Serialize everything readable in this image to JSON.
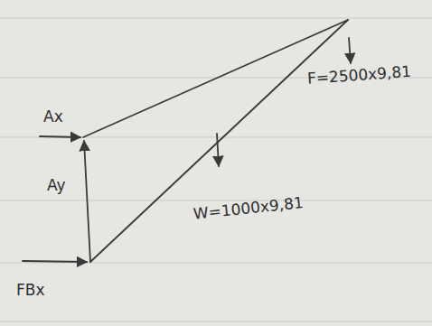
{
  "diagram": {
    "labels": [
      "Ax",
      "Ay",
      "W=1000x9,81",
      "F=2500x9,81",
      "FBx"
    ]
  }
}
